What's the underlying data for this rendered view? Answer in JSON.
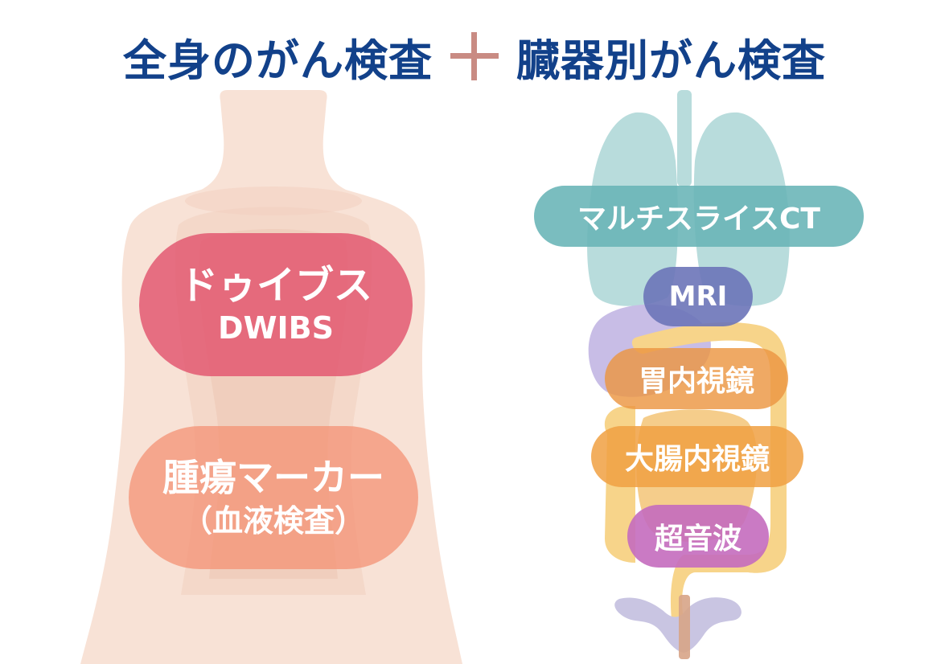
{
  "title": {
    "left": "全身のがん検査",
    "right": "臓器別がん検査"
  },
  "whole_body_tests": [
    {
      "name": "ドゥイブス",
      "sub": "DWIBS",
      "color": "#e2546e"
    },
    {
      "name": "腫瘍マーカー",
      "sub": "（血液検査）",
      "color": "#f49274"
    }
  ],
  "organ_tests": [
    {
      "name": "マルチスライスCT",
      "color": "#68b4b6"
    },
    {
      "name": "MRI",
      "color": "#6b74b8"
    },
    {
      "name": "胃内視鏡",
      "color": "#ec9642"
    },
    {
      "name": "大腸内視鏡",
      "color": "#f0a042"
    },
    {
      "name": "超音波",
      "color": "#c46cbe"
    }
  ],
  "colors": {
    "title": "#12418a",
    "plus": "#c98b83",
    "body_silhouette": "#f8e2d6",
    "lungs": "#b8dcdc",
    "stomach": "#c8bde6",
    "intestine": "#f7d48a",
    "uterus": "#c9c5e2"
  }
}
